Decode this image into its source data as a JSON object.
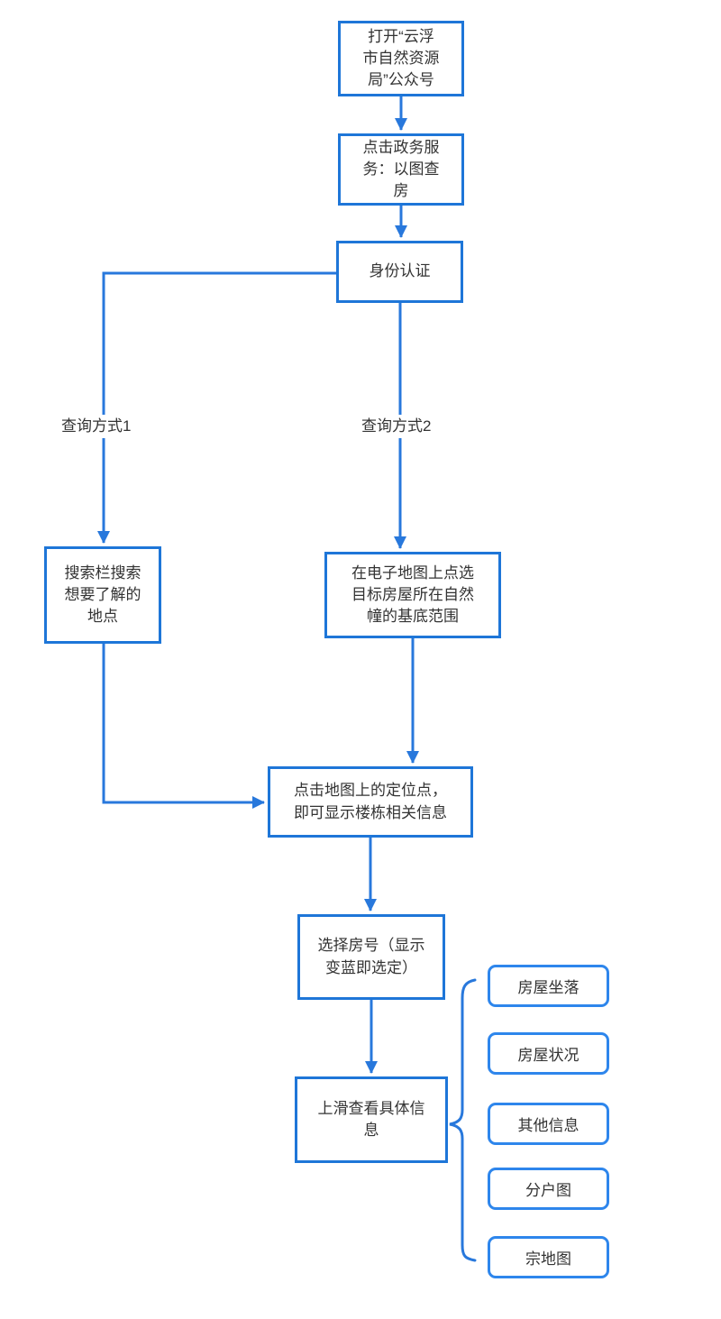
{
  "diagram": {
    "type": "flowchart",
    "colors": {
      "box_border": "#1E76D8",
      "rounded_box_border": "#2E86EC",
      "connector": "#2878DC",
      "text": "#333333",
      "background": "#FFFFFF"
    },
    "nodes": {
      "open_official_account": {
        "label": "打开“云浮\n市自然资源\n局”公众号"
      },
      "click_gov_service": {
        "label": "点击政务服\n务：以图查\n房"
      },
      "identity_verification": {
        "label": "身份认证"
      },
      "search_bar": {
        "label": "搜索栏搜索\n想要了解的\n地点"
      },
      "map_select_building": {
        "label": "在电子地图上点选\n目标房屋所在自然\n幢的基底范围"
      },
      "click_location_point": {
        "label": "点击地图上的定位点，\n即可显示楼栋相关信息"
      },
      "select_room_number": {
        "label": "选择房号（显示\n变蓝即选定）"
      },
      "swipe_up_details": {
        "label": "上滑查看具体信\n息"
      }
    },
    "branch_labels": {
      "method1": "查询方式1",
      "method2": "查询方式2"
    },
    "detail_items": [
      {
        "label": "房屋坐落"
      },
      {
        "label": "房屋状况"
      },
      {
        "label": "其他信息"
      },
      {
        "label": "分户图"
      },
      {
        "label": "宗地图"
      }
    ]
  }
}
